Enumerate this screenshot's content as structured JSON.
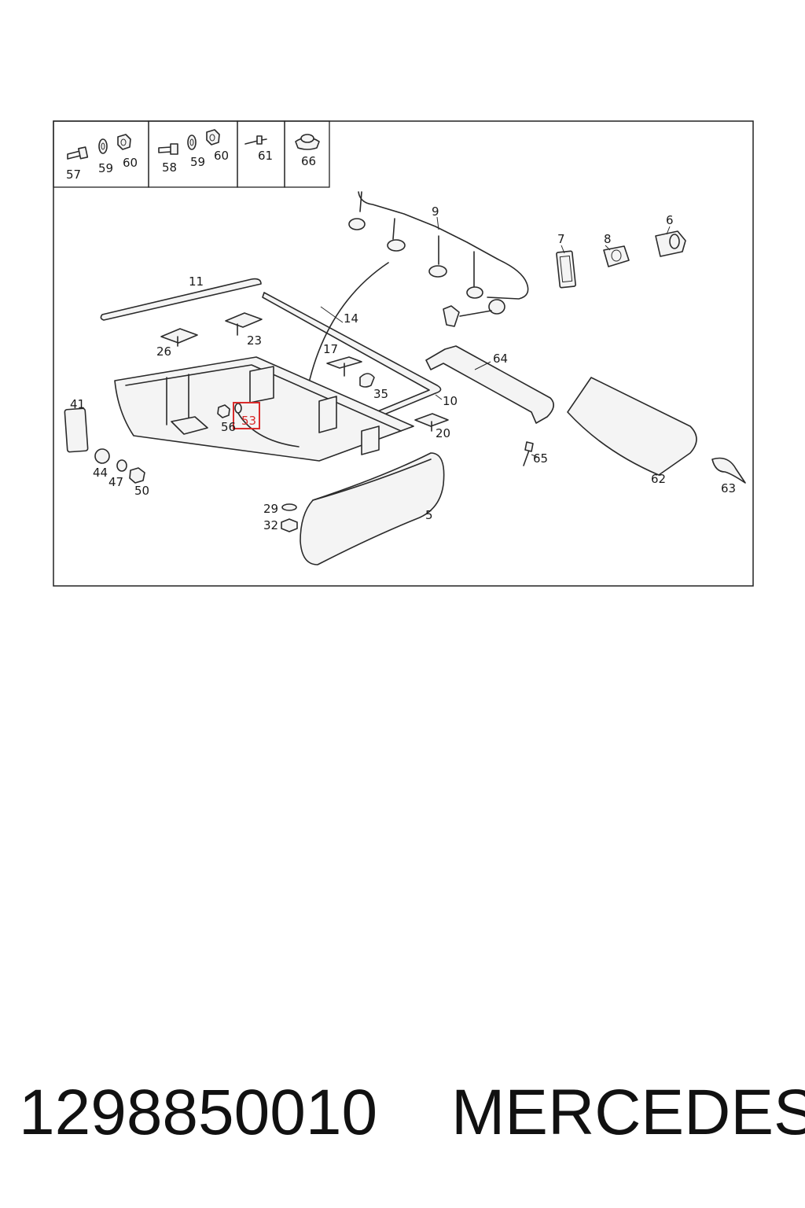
{
  "diagram": {
    "highlight_color": "#d92b2b",
    "highlighted_label": "53",
    "legend_groups": [
      {
        "labels": [
          "57",
          "59",
          "60"
        ]
      },
      {
        "labels": [
          "58",
          "59",
          "60"
        ]
      },
      {
        "labels": [
          "61"
        ]
      },
      {
        "labels": [
          "66"
        ]
      }
    ],
    "callouts": [
      "9",
      "6",
      "7",
      "8",
      "11",
      "14",
      "26",
      "23",
      "17",
      "35",
      "64",
      "10",
      "41",
      "56",
      "53",
      "20",
      "65",
      "62",
      "63",
      "44",
      "47",
      "50",
      "29",
      "32",
      "5"
    ]
  },
  "footer": {
    "part_number": "1298850010",
    "brand": "MERCEDES"
  }
}
